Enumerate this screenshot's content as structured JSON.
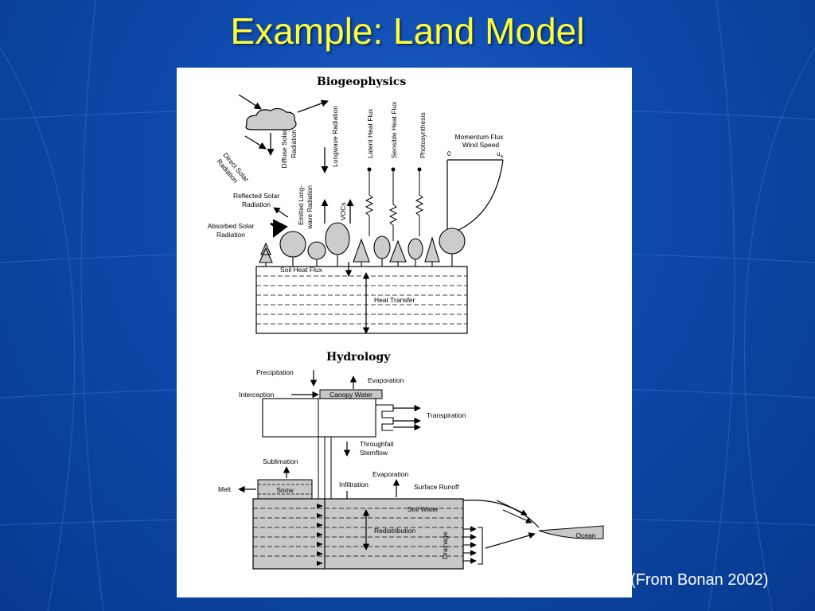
{
  "slide": {
    "title": "Example: Land Model",
    "source": "(From Bonan 2002)"
  },
  "biogeophysics": {
    "heading": "Biogeophysics",
    "labels": {
      "diffuse_solar_1": "Diffuse Solar",
      "diffuse_solar_2": "Radiation",
      "direct_solar_1": "Direct Solar",
      "direct_solar_2": "Radiation",
      "reflected_solar_1": "Reflected Solar",
      "reflected_solar_2": "Radiation",
      "absorbed_solar_1": "Absorbed Solar",
      "absorbed_solar_2": "Radiation",
      "longwave": "Longwave Radiation",
      "emitted_longwave_1": "Emitted Long-",
      "emitted_longwave_2": "wave Radiation",
      "vocs": "VOCs",
      "latent_heat": "Latent Heat Flux",
      "sensible_heat": "Sensible Heat Flux",
      "photosynthesis": "Photosynthesis",
      "momentum_flux": "Momentum Flux",
      "wind_speed": "Wind Speed",
      "zero": "0",
      "u_a": "u",
      "u_a_sub": "a",
      "soil_heat_flux": "Soil Heat Flux",
      "heat_transfer": "Heat Transfer"
    }
  },
  "hydrology": {
    "heading": "Hydrology",
    "labels": {
      "precipitation": "Precipitation",
      "evaporation_top": "Evaporation",
      "interception": "Interception",
      "canopy_water": "Canopy Water",
      "transpiration": "Transpiration",
      "throughfall_1": "Throughfall",
      "throughfall_2": "Stemflow",
      "sublimation": "Sublimation",
      "evaporation_soil": "Evaporation",
      "melt": "Melt",
      "snow": "Snow",
      "infiltration": "Infiltration",
      "surface_runoff": "Surface Runoff",
      "soil_water": "Soil Water",
      "redistribution": "Redistribution",
      "drainage": "Drainage",
      "ocean": "Ocean"
    }
  },
  "colors": {
    "background": "#0d48aa",
    "title": "#ffff33",
    "panel": "#ffffff",
    "shaded_box": "#c8c8c8"
  }
}
